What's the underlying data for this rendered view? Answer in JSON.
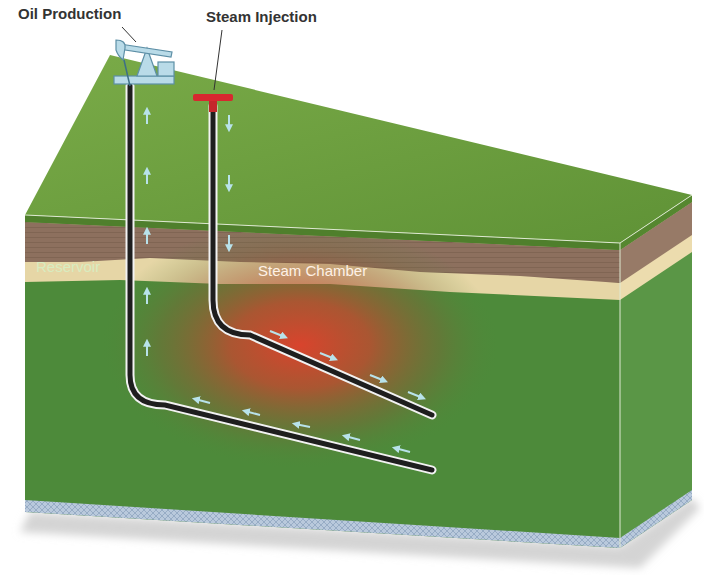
{
  "diagram": {
    "labels": [
      "Oil Production",
      "Steam Injection",
      "Reservoir",
      "Steam Chamber"
    ]
  }
}
